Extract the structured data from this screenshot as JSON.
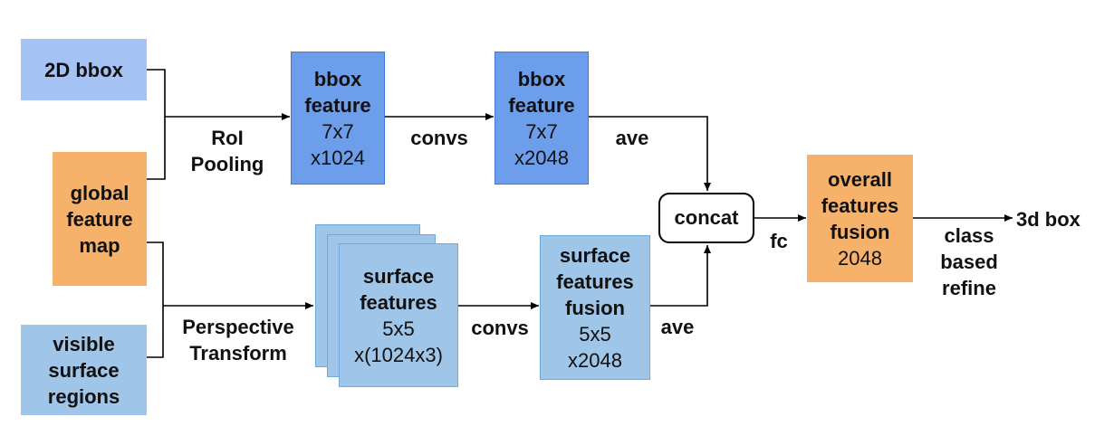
{
  "nodes": {
    "bbox_2d": {
      "label": "2D bbox"
    },
    "global_feature_map": {
      "lines": [
        "global",
        "feature",
        "map"
      ]
    },
    "visible_surface_regions": {
      "lines": [
        "visible",
        "surface",
        "regions"
      ]
    },
    "bbox_feature_1": {
      "title": [
        "bbox",
        "feature"
      ],
      "detail": [
        "7x7",
        "x1024"
      ]
    },
    "bbox_feature_2": {
      "title": [
        "bbox",
        "feature"
      ],
      "detail": [
        "7x7",
        "x2048"
      ]
    },
    "surface_features": {
      "title": [
        "surface",
        "features"
      ],
      "detail": [
        "5x5",
        "x(1024x3)"
      ]
    },
    "surface_features_fusion": {
      "title": [
        "surface",
        "features",
        "fusion"
      ],
      "detail": [
        "5x5",
        "x2048"
      ]
    },
    "concat": {
      "label": "concat"
    },
    "overall_features_fusion": {
      "title": [
        "overall",
        "features",
        "fusion"
      ],
      "detail": [
        "2048"
      ]
    },
    "output": {
      "label": "3d box"
    }
  },
  "edge_labels": {
    "roi_pooling": [
      "RoI",
      "Pooling"
    ],
    "convs_top": "convs",
    "ave_top": "ave",
    "perspective_transform": [
      "Perspective",
      "Transform"
    ],
    "convs_bottom": "convs",
    "ave_bottom": "ave",
    "fc": "fc",
    "class_based_refine": [
      "class",
      "based",
      "refine"
    ]
  },
  "colors": {
    "light_blue": "#a4c2f4",
    "blue": "#6d9eeb",
    "orange": "#f6b26b",
    "pale_blue": "#9fc5e8"
  }
}
